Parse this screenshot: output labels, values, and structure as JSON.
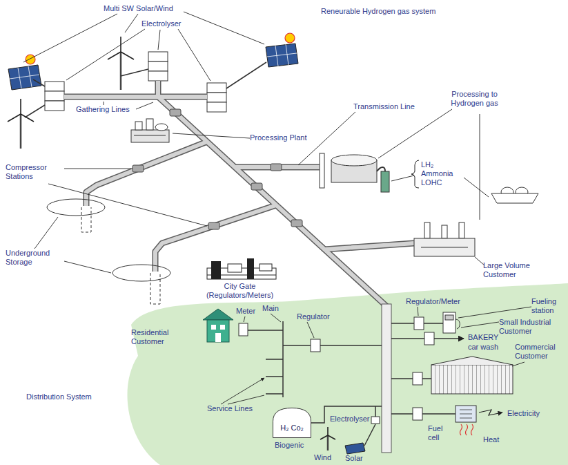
{
  "diagram": {
    "title": "Reneurable Hydrogen gas system",
    "nodes": [
      {
        "text": [
          "H₂ Co₂"
        ]
      }
    ],
    "labels": [
      "Multi SW Solar/Wind",
      "Electrolyser",
      "Gathering Lines",
      "Processing Plant",
      "Transmission Line",
      "Processing to Hydrogen gas",
      "Compressor Stations",
      "LH₂ Ammonia LOHC",
      "Underground Storage",
      "Large Volume Customer",
      "City Gate (Regulators/Meters)",
      "Regulator/Meter",
      "Fueling station",
      "Main",
      "Meter",
      "Regulator",
      "Small Industrial Customer",
      "Residential Customer",
      "BAKERY",
      "car wash",
      "Commercial Customer",
      "Distribution System",
      "Service Lines",
      "Electricity",
      "Electrolyser",
      "Fuel cell",
      "Heat",
      "Biogenic",
      "Solar",
      "Wind"
    ]
  }
}
